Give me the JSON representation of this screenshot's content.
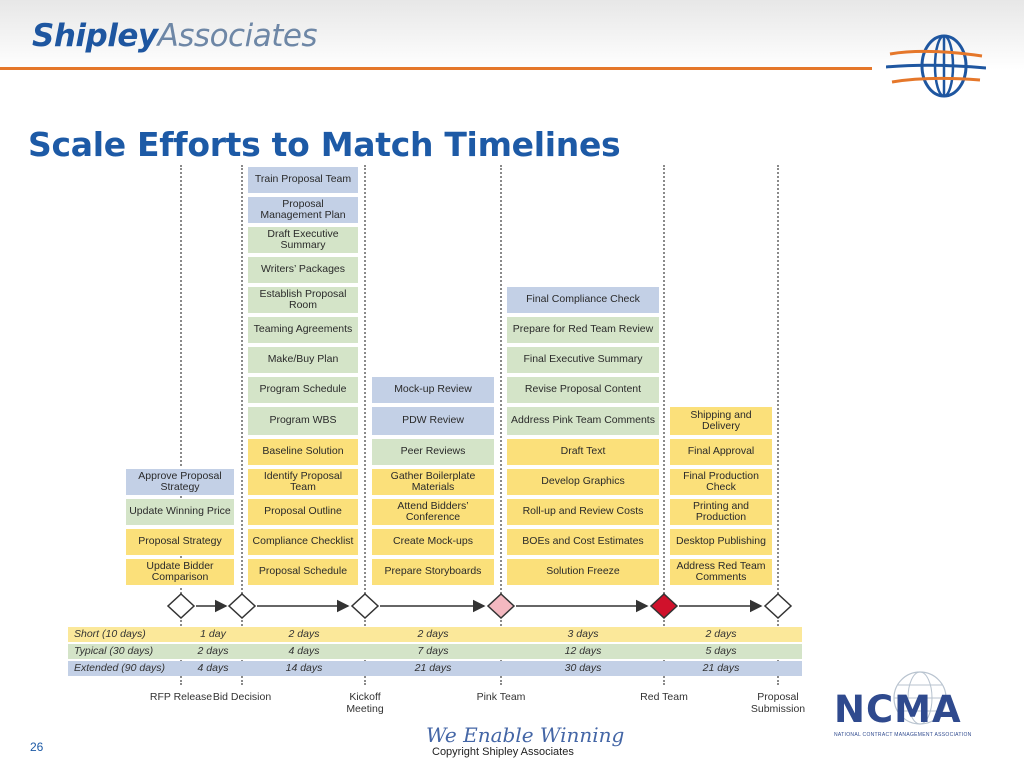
{
  "header": {
    "logo_primary": "Shipley",
    "logo_secondary": "Associates",
    "title": "Scale Efforts to Match Timelines"
  },
  "columns": {
    "rfp": [
      "Approve Proposal Strategy",
      "Update Winning Price",
      "Proposal Strategy",
      "Update Bidder Comparison"
    ],
    "bid": [
      "Train Proposal Team",
      "Proposal Management Plan",
      "Draft Executive Summary",
      "Writers’ Packages",
      "Establish Proposal Room",
      "Teaming Agreements",
      "Make/Buy Plan",
      "Program Schedule",
      "Program WBS",
      "Baseline Solution",
      "Identify Proposal Team",
      "Proposal Outline",
      "Compliance Checklist",
      "Proposal Schedule"
    ],
    "kickoff": [
      "Mock-up Review",
      "PDW Review",
      "Peer Reviews",
      "Gather Boilerplate Materials",
      "Attend Bidders’ Conference",
      "Create Mock-ups",
      "Prepare Storyboards"
    ],
    "pink": [
      "Final Compliance Check",
      "Prepare for Red Team Review",
      "Final Executive Summary",
      "Revise Proposal Content",
      "Address Pink Team Comments",
      "Draft Text",
      "Develop Graphics",
      "Roll-up and Review Costs",
      "BOEs and Cost Estimates",
      "Solution Freeze"
    ],
    "red": [
      "Shipping and Delivery",
      "Final Approval",
      "Final Production Check",
      "Printing and Production",
      "Desktop Publishing",
      "Address Red Team Comments"
    ]
  },
  "durations": [
    {
      "label": "Short (10 days)",
      "values": [
        "1 day",
        "2 days",
        "2 days",
        "3 days",
        "2 days"
      ]
    },
    {
      "label": "Typical (30 days)",
      "values": [
        "2 days",
        "4 days",
        "7 days",
        "12 days",
        "5 days"
      ]
    },
    {
      "label": "Extended (90 days)",
      "values": [
        "4 days",
        "14 days",
        "21 days",
        "30 days",
        "21 days"
      ]
    }
  ],
  "milestones": [
    "RFP Release",
    "Bid Decision",
    "Kickoff Meeting",
    "Pink Team",
    "Red Team",
    "Proposal Submission"
  ],
  "colors": {
    "blue": "#c3d0e6",
    "green": "#d4e4c8",
    "yellow": "#fbe07a",
    "pink_milestone": "#f4b8c0",
    "red_milestone": "#d0112b",
    "accent": "#e5772a",
    "title": "#1d5aa6"
  },
  "footer": {
    "page_number": "26",
    "tagline": "We Enable Winning",
    "copyright": "Copyright Shipley Associates",
    "ncma_logo": "NCMA",
    "ncma_sub": "NATIONAL CONTRACT MANAGEMENT ASSOCIATION"
  }
}
